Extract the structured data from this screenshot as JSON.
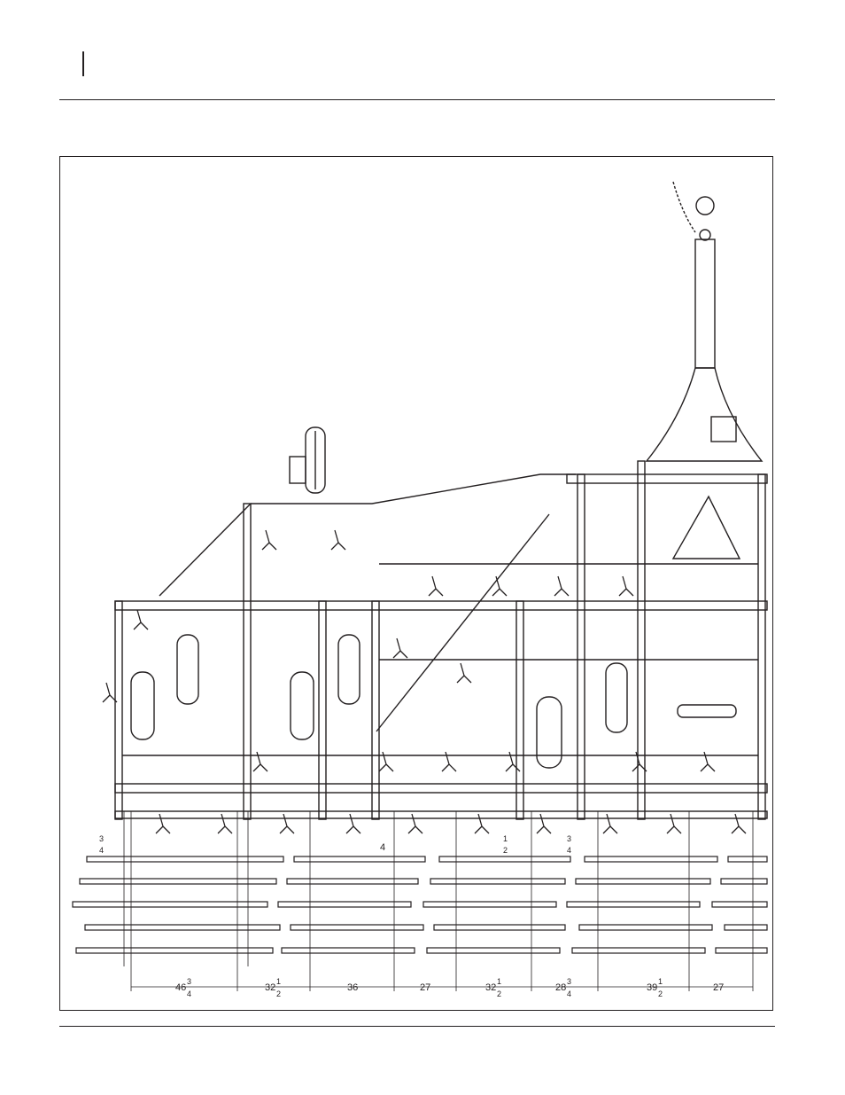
{
  "figure": {
    "dimensions": [
      {
        "whole": "46",
        "num": "3",
        "den": "4"
      },
      {
        "whole": "32",
        "num": "1",
        "den": "2"
      },
      {
        "whole": "36",
        "num": "",
        "den": ""
      },
      {
        "whole": "27",
        "num": "",
        "den": ""
      },
      {
        "whole": "32",
        "num": "1",
        "den": "2"
      },
      {
        "whole": "28",
        "num": "3",
        "den": "4"
      },
      {
        "whole": "39",
        "num": "1",
        "den": "2"
      },
      {
        "whole": "27",
        "num": "",
        "den": ""
      }
    ],
    "offsets": [
      {
        "whole": "",
        "num": "3",
        "den": "4"
      },
      {
        "whole": "4",
        "num": "",
        "den": ""
      },
      {
        "whole": "",
        "num": "1",
        "den": "2"
      },
      {
        "whole": "",
        "num": "3",
        "den": "4"
      }
    ]
  }
}
